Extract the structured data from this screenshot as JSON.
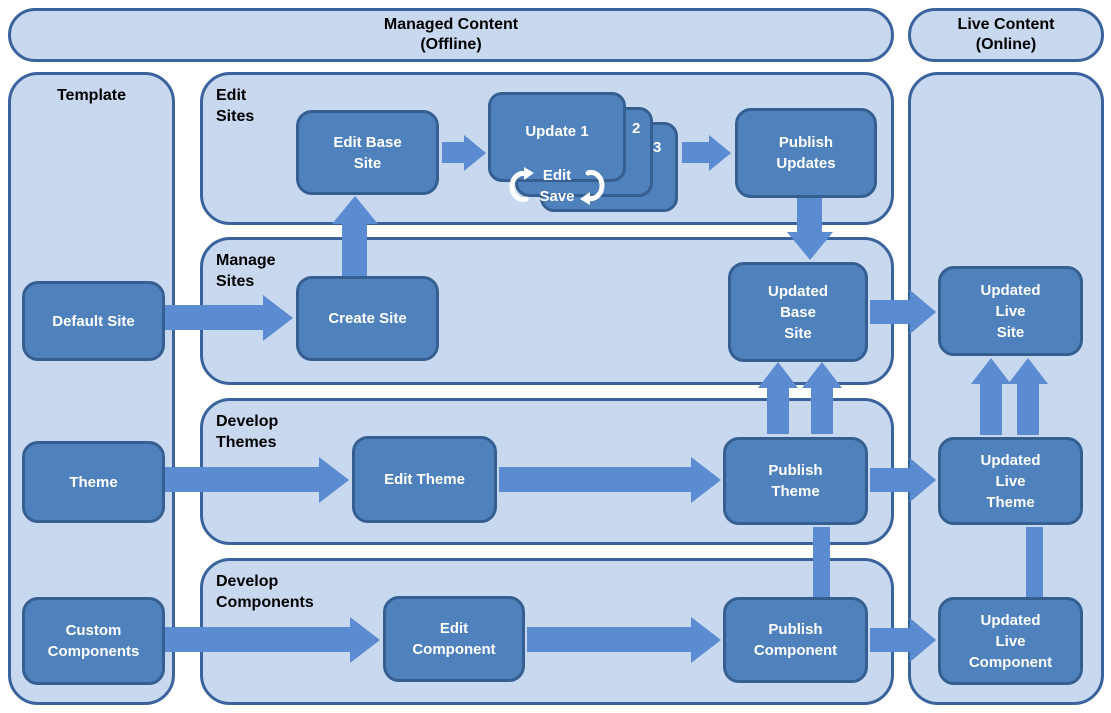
{
  "colors": {
    "container_fill": "#c7d8ef",
    "container_border": "#3a639d",
    "node_fill": "#4f81bd",
    "node_border": "#365f91",
    "arrow": "#5b8bd0",
    "node_text": "#ffffff",
    "label_text": "#000000"
  },
  "headers": {
    "managed": "Managed Content\n(Offline)",
    "live": "Live Content\n(Online)"
  },
  "columns": {
    "template_label": "Template"
  },
  "sections": {
    "edit_sites": "Edit\nSites",
    "manage_sites": "Manage\nSites",
    "develop_themes": "Develop\nThemes",
    "develop_components": "Develop\nComponents"
  },
  "nodes": {
    "default_site": "Default Site",
    "theme": "Theme",
    "custom_components": "Custom\nComponents",
    "edit_base_site": "Edit Base\nSite",
    "update_1_title": "Update 1",
    "update_1_line2": "Edit",
    "update_1_line3": "Save",
    "update_2": "2",
    "update_3": "3",
    "publish_updates": "Publish\nUpdates",
    "create_site": "Create Site",
    "updated_base_site": "Updated\nBase\nSite",
    "edit_theme": "Edit Theme",
    "publish_theme": "Publish\nTheme",
    "edit_component": "Edit\nComponent",
    "publish_component": "Publish\nComponent",
    "updated_live_site": "Updated\nLive\nSite",
    "updated_live_theme": "Updated\nLive\nTheme",
    "updated_live_component": "Updated\nLive\nComponent"
  }
}
